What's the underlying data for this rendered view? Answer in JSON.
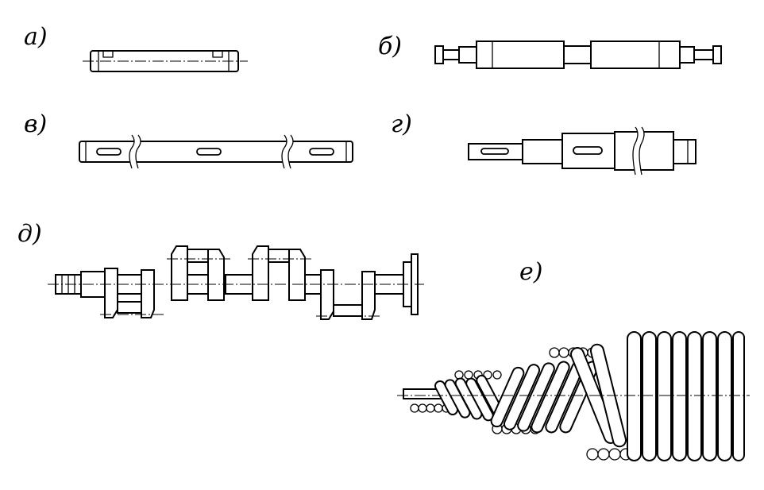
{
  "figure": {
    "labels": {
      "a": "а)",
      "b": "б)",
      "v": "в)",
      "g": "г)",
      "d": "д)",
      "e": "е)"
    }
  }
}
